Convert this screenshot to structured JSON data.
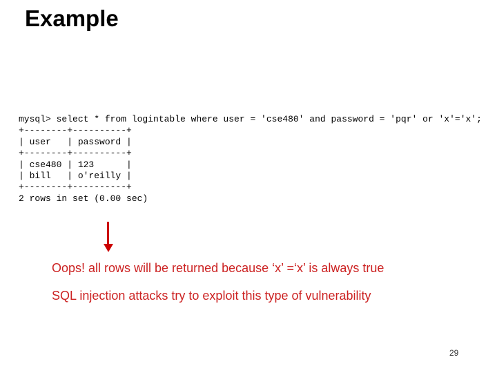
{
  "slide": {
    "title": "Example",
    "page_number": "29"
  },
  "code_block": {
    "lines": [
      "mysql> select * from logintable where user = 'cse480' and password = 'pqr' or 'x'='x';",
      "+--------+----------+",
      "| user   | password |",
      "+--------+----------+",
      "| cse480 | 123      |",
      "| bill   | o'reilly |",
      "+--------+----------+",
      "2 rows in set (0.00 sec)"
    ]
  },
  "annotations": {
    "line1": "Oops! all rows will be returned because ‘x’ =‘x’ is always true",
    "line2": "SQL injection attacks try to exploit this type of vulnerability"
  },
  "colors": {
    "annotation_red": "#cc2222",
    "arrow_red": "#cc0000",
    "code_black": "#000000",
    "title_black": "#000000"
  }
}
